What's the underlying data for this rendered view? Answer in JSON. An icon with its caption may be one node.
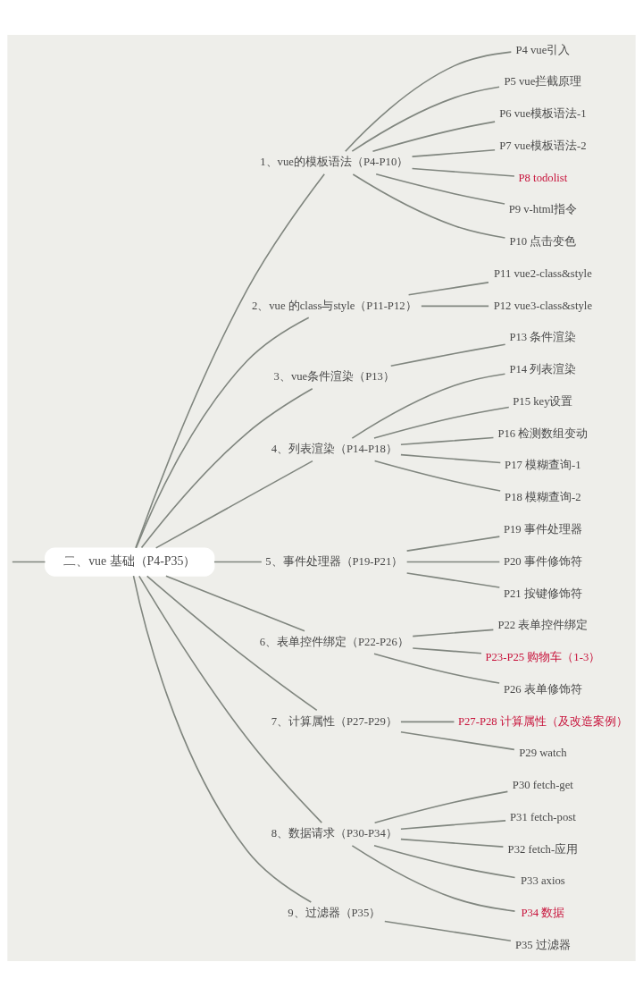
{
  "diagram": {
    "nodes": [
      {
        "text": [
          "二、vue 基础（P4-P35）"
        ]
      },
      {
        "text": [
          "1、vue的模板语法（P4-P10）"
        ]
      },
      {
        "text": [
          "P4 vue引入"
        ]
      },
      {
        "text": [
          "P5 vue拦截原理"
        ]
      },
      {
        "text": [
          "P6 vue模板语法-1"
        ]
      },
      {
        "text": [
          "P7 vue模板语法-2"
        ]
      },
      {
        "text": [
          "P8 todolist"
        ]
      },
      {
        "text": [
          "P9 v-html指令"
        ]
      },
      {
        "text": [
          "P10 点击变色"
        ]
      },
      {
        "text": [
          "2、vue 的class与style（P11-P12）"
        ]
      },
      {
        "text": [
          "P11 vue2-class&style"
        ]
      },
      {
        "text": [
          "P12 vue3-class&style"
        ]
      },
      {
        "text": [
          "3、vue条件渲染（P13）"
        ]
      },
      {
        "text": [
          "P13 条件渲染"
        ]
      },
      {
        "text": [
          "4、列表渲染（P14-P18）"
        ]
      },
      {
        "text": [
          "P14 列表渲染"
        ]
      },
      {
        "text": [
          "P15 key设置"
        ]
      },
      {
        "text": [
          "P16 检测数组变动"
        ]
      },
      {
        "text": [
          "P17 模糊查询-1"
        ]
      },
      {
        "text": [
          "P18 模糊查询-2"
        ]
      },
      {
        "text": [
          "5、事件处理器（P19-P21）"
        ]
      },
      {
        "text": [
          "P19 事件处理器"
        ]
      },
      {
        "text": [
          "P20 事件修饰符"
        ]
      },
      {
        "text": [
          "P21 按键修饰符"
        ]
      },
      {
        "text": [
          "6、表单控件绑定（P22-P26）"
        ]
      },
      {
        "text": [
          "P22 表单控件绑定"
        ]
      },
      {
        "text": [
          "P23-P25 购物车（1-3）"
        ]
      },
      {
        "text": [
          "P26 表单修饰符"
        ]
      },
      {
        "text": [
          "7、计算属性（P27-P29）"
        ]
      },
      {
        "text": [
          "P27-P28 计算属性（及改造案例）"
        ]
      },
      {
        "text": [
          "P29 watch"
        ]
      },
      {
        "text": [
          "8、数据请求（P30-P34）"
        ]
      },
      {
        "text": [
          "P30 fetch-get"
        ]
      },
      {
        "text": [
          "P31 fetch-post"
        ]
      },
      {
        "text": [
          "P32 fetch-应用"
        ]
      },
      {
        "text": [
          "P33 axios"
        ]
      },
      {
        "text": [
          "P34 数据"
        ]
      },
      {
        "text": [
          "9、过滤器（P35）"
        ]
      },
      {
        "text": [
          "P35 过滤器"
        ]
      }
    ],
    "edges": [
      {
        "from": null,
        "to": 0,
        "arrow": "none"
      },
      {
        "from": 0,
        "to": 1,
        "arrow": "none"
      },
      {
        "from": 1,
        "to": 2,
        "arrow": "none"
      },
      {
        "from": 1,
        "to": 3,
        "arrow": "none"
      },
      {
        "from": 1,
        "to": 4,
        "arrow": "none"
      },
      {
        "from": 1,
        "to": 5,
        "arrow": "none"
      },
      {
        "from": 1,
        "to": 6,
        "arrow": "none"
      },
      {
        "from": 1,
        "to": 7,
        "arrow": "none"
      },
      {
        "from": 1,
        "to": 8,
        "arrow": "none"
      },
      {
        "from": 0,
        "to": 9,
        "arrow": "none"
      },
      {
        "from": 9,
        "to": 10,
        "arrow": "none"
      },
      {
        "from": 9,
        "to": 11,
        "arrow": "none"
      },
      {
        "from": 0,
        "to": 12,
        "arrow": "none"
      },
      {
        "from": 12,
        "to": 13,
        "arrow": "none"
      },
      {
        "from": 0,
        "to": 14,
        "arrow": "none"
      },
      {
        "from": 14,
        "to": 15,
        "arrow": "none"
      },
      {
        "from": 14,
        "to": 16,
        "arrow": "none"
      },
      {
        "from": 14,
        "to": 17,
        "arrow": "none"
      },
      {
        "from": 14,
        "to": 18,
        "arrow": "none"
      },
      {
        "from": 14,
        "to": 19,
        "arrow": "none"
      },
      {
        "from": 0,
        "to": 20,
        "arrow": "none"
      },
      {
        "from": 20,
        "to": 21,
        "arrow": "none"
      },
      {
        "from": 20,
        "to": 22,
        "arrow": "none"
      },
      {
        "from": 20,
        "to": 23,
        "arrow": "none"
      },
      {
        "from": 0,
        "to": 24,
        "arrow": "none"
      },
      {
        "from": 24,
        "to": 25,
        "arrow": "none"
      },
      {
        "from": 24,
        "to": 26,
        "arrow": "none"
      },
      {
        "from": 24,
        "to": 27,
        "arrow": "none"
      },
      {
        "from": 0,
        "to": 28,
        "arrow": "none"
      },
      {
        "from": 28,
        "to": 29,
        "arrow": "none"
      },
      {
        "from": 28,
        "to": 30,
        "arrow": "none"
      },
      {
        "from": 0,
        "to": 31,
        "arrow": "none"
      },
      {
        "from": 31,
        "to": 32,
        "arrow": "none"
      },
      {
        "from": 31,
        "to": 33,
        "arrow": "none"
      },
      {
        "from": 31,
        "to": 34,
        "arrow": "none"
      },
      {
        "from": 31,
        "to": 35,
        "arrow": "none"
      },
      {
        "from": 31,
        "to": 36,
        "arrow": "none"
      },
      {
        "from": 0,
        "to": 37,
        "arrow": "none"
      },
      {
        "from": 37,
        "to": 38,
        "arrow": "none"
      }
    ]
  }
}
